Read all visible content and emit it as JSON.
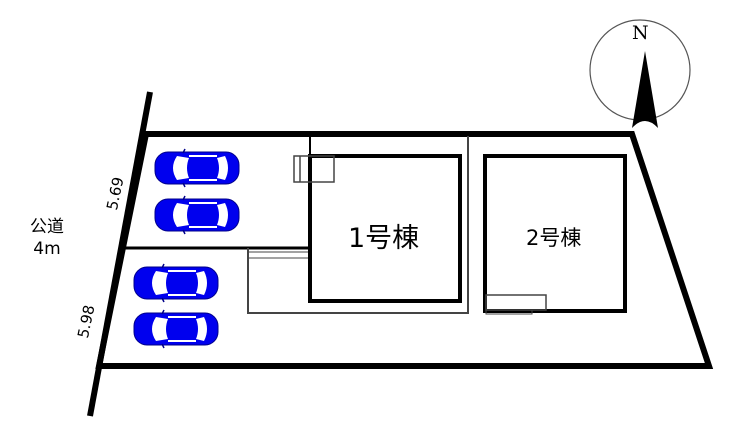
{
  "site_plan": {
    "buildings": [
      {
        "id": "building-1",
        "label": "1号棟"
      },
      {
        "id": "building-2",
        "label": "2号棟"
      }
    ],
    "road": {
      "label_line1": "公道",
      "label_line2": "4m"
    },
    "frontage_dimensions": [
      {
        "segment": "upper",
        "value": "5.69"
      },
      {
        "segment": "lower",
        "value": "5.98"
      }
    ],
    "parking": {
      "car_count": 4,
      "car_color": "#0000ee"
    },
    "compass": {
      "label": "N"
    },
    "colors": {
      "line": "#000000",
      "background": "#ffffff",
      "car": "#0000ee"
    }
  }
}
